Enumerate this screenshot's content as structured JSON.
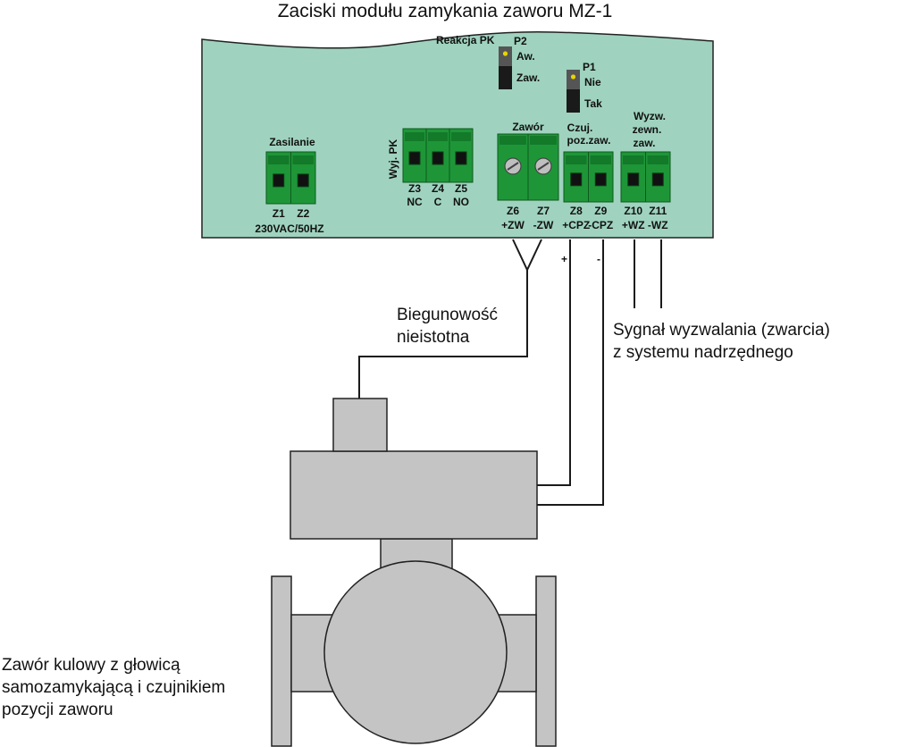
{
  "title": "Zaciski modułu zamykania zaworu MZ-1",
  "colors": {
    "board": "#9fd3bf",
    "terminal": "#1e9638",
    "terminal_dark": "#137a2a",
    "valve": "#c4c4c4",
    "wire": "#1a1a1a"
  },
  "jumpers": {
    "p2": {
      "header": "Reakcja PK",
      "name": "P2",
      "opt1": "Aw.",
      "opt2": "Zaw."
    },
    "p1": {
      "name": "P1",
      "opt1": "Nie",
      "opt2": "Tak"
    }
  },
  "blocks": {
    "zasilanie": {
      "label": "Zasilanie",
      "bottom": "230VAC/50HZ"
    },
    "wyj_pk": {
      "label": "Wyj. PK"
    },
    "zawor": {
      "label": "Zawór"
    },
    "czuj": {
      "label_line1": "Czuj.",
      "label_line2": "poz.zaw."
    },
    "wyzw": {
      "label_line1": "Wyzw.",
      "label_line2": "zewn.",
      "label_line3": "zaw."
    }
  },
  "terminals": [
    {
      "id": "Z1",
      "sub": ""
    },
    {
      "id": "Z2",
      "sub": ""
    },
    {
      "id": "Z3",
      "sub": "NC"
    },
    {
      "id": "Z4",
      "sub": "C"
    },
    {
      "id": "Z5",
      "sub": "NO"
    },
    {
      "id": "Z6",
      "sub": "+ZW"
    },
    {
      "id": "Z7",
      "sub": "-ZW"
    },
    {
      "id": "Z8",
      "sub": "+CPZ"
    },
    {
      "id": "Z9",
      "sub": "-CPZ"
    },
    {
      "id": "Z10",
      "sub": "+WZ"
    },
    {
      "id": "Z11",
      "sub": "-WZ"
    }
  ],
  "wire_signs": {
    "plus": "+",
    "minus": "-"
  },
  "notes": {
    "polarity": [
      "Biegunowość",
      "nieistotna"
    ],
    "trigger": [
      "Sygnał wyzwalania (zwarcia)",
      "z systemu nadrzędnego"
    ],
    "valve": [
      "Zawór kulowy z głowicą",
      "samozamykającą i czujnikiem",
      "pozycji zaworu"
    ]
  }
}
